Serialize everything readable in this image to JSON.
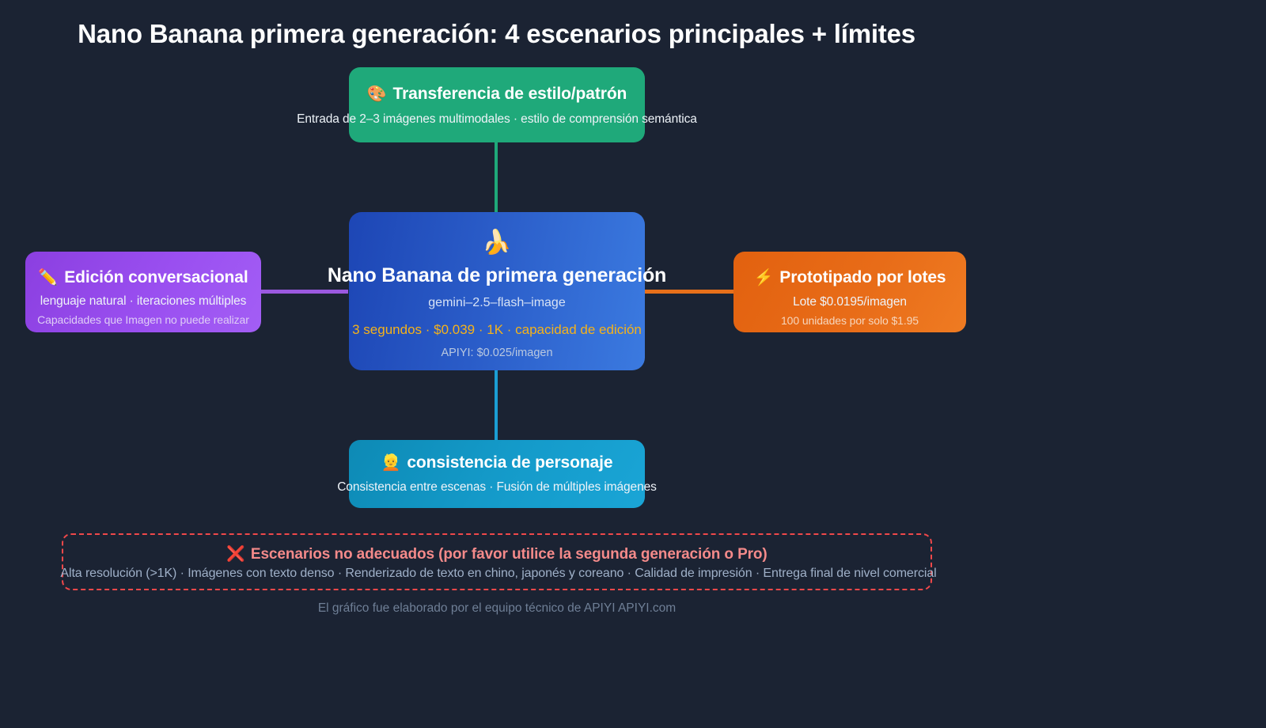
{
  "title": "Nano Banana primera generación: 4 escenarios principales + límites",
  "colors": {
    "background": "#1b2333",
    "center_blue": "#2a5cc8",
    "style_green": "#1fa97a",
    "edit_purple": "#9a4ff0",
    "batch_orange": "#e86c18",
    "character_cyan": "#149ac9",
    "warning_red": "#f0484a",
    "spec_yellow": "#f5b21a"
  },
  "center_node": {
    "emoji": "🍌",
    "emoji_name": "banana-emoji",
    "title": "Nano Banana de primera generación",
    "model": "gemini–2.5–flash–image",
    "specs": "3 segundos · $0.039 · 1K · capacidad de edición",
    "price": "APIYI: $0.025/imagen"
  },
  "nodes": {
    "style_transfer": {
      "emoji": "🎨",
      "emoji_name": "palette-emoji",
      "title": "Transferencia de estilo/patrón",
      "subtitle": "Entrada de 2–3 imágenes multimodales · estilo de comprensión semántica"
    },
    "conversational_edit": {
      "emoji": "✏️",
      "emoji_name": "pencil-emoji",
      "title": "Edición conversacional",
      "subtitle": "lenguaje natural · iteraciones múltiples",
      "subtitle2": "Capacidades que Imagen no puede realizar"
    },
    "batch_prototyping": {
      "emoji": "⚡",
      "emoji_name": "lightning-bolt-emoji",
      "title": "Prototipado por lotes",
      "subtitle": "Lote $0.0195/imagen",
      "subtitle2": "100 unidades por solo $1.95"
    },
    "character_consistency": {
      "emoji": "👱",
      "emoji_name": "person-blond-hair-emoji",
      "title": "consistencia de personaje",
      "subtitle": "Consistencia entre escenas · Fusión de múltiples imágenes"
    }
  },
  "warning": {
    "mark": "❌",
    "mark_name": "cross-mark-emoji",
    "title": "Escenarios no adecuados (por favor utilice la segunda generación o Pro)",
    "subtitle": "Alta resolución (>1K) · Imágenes con texto denso · Renderizado de texto en chino, japonés y coreano · Calidad de impresión · Entrega final de nivel comercial"
  },
  "footer": {
    "note": "El gráfico fue elaborado por el equipo técnico de APIYI APIYI.com"
  }
}
